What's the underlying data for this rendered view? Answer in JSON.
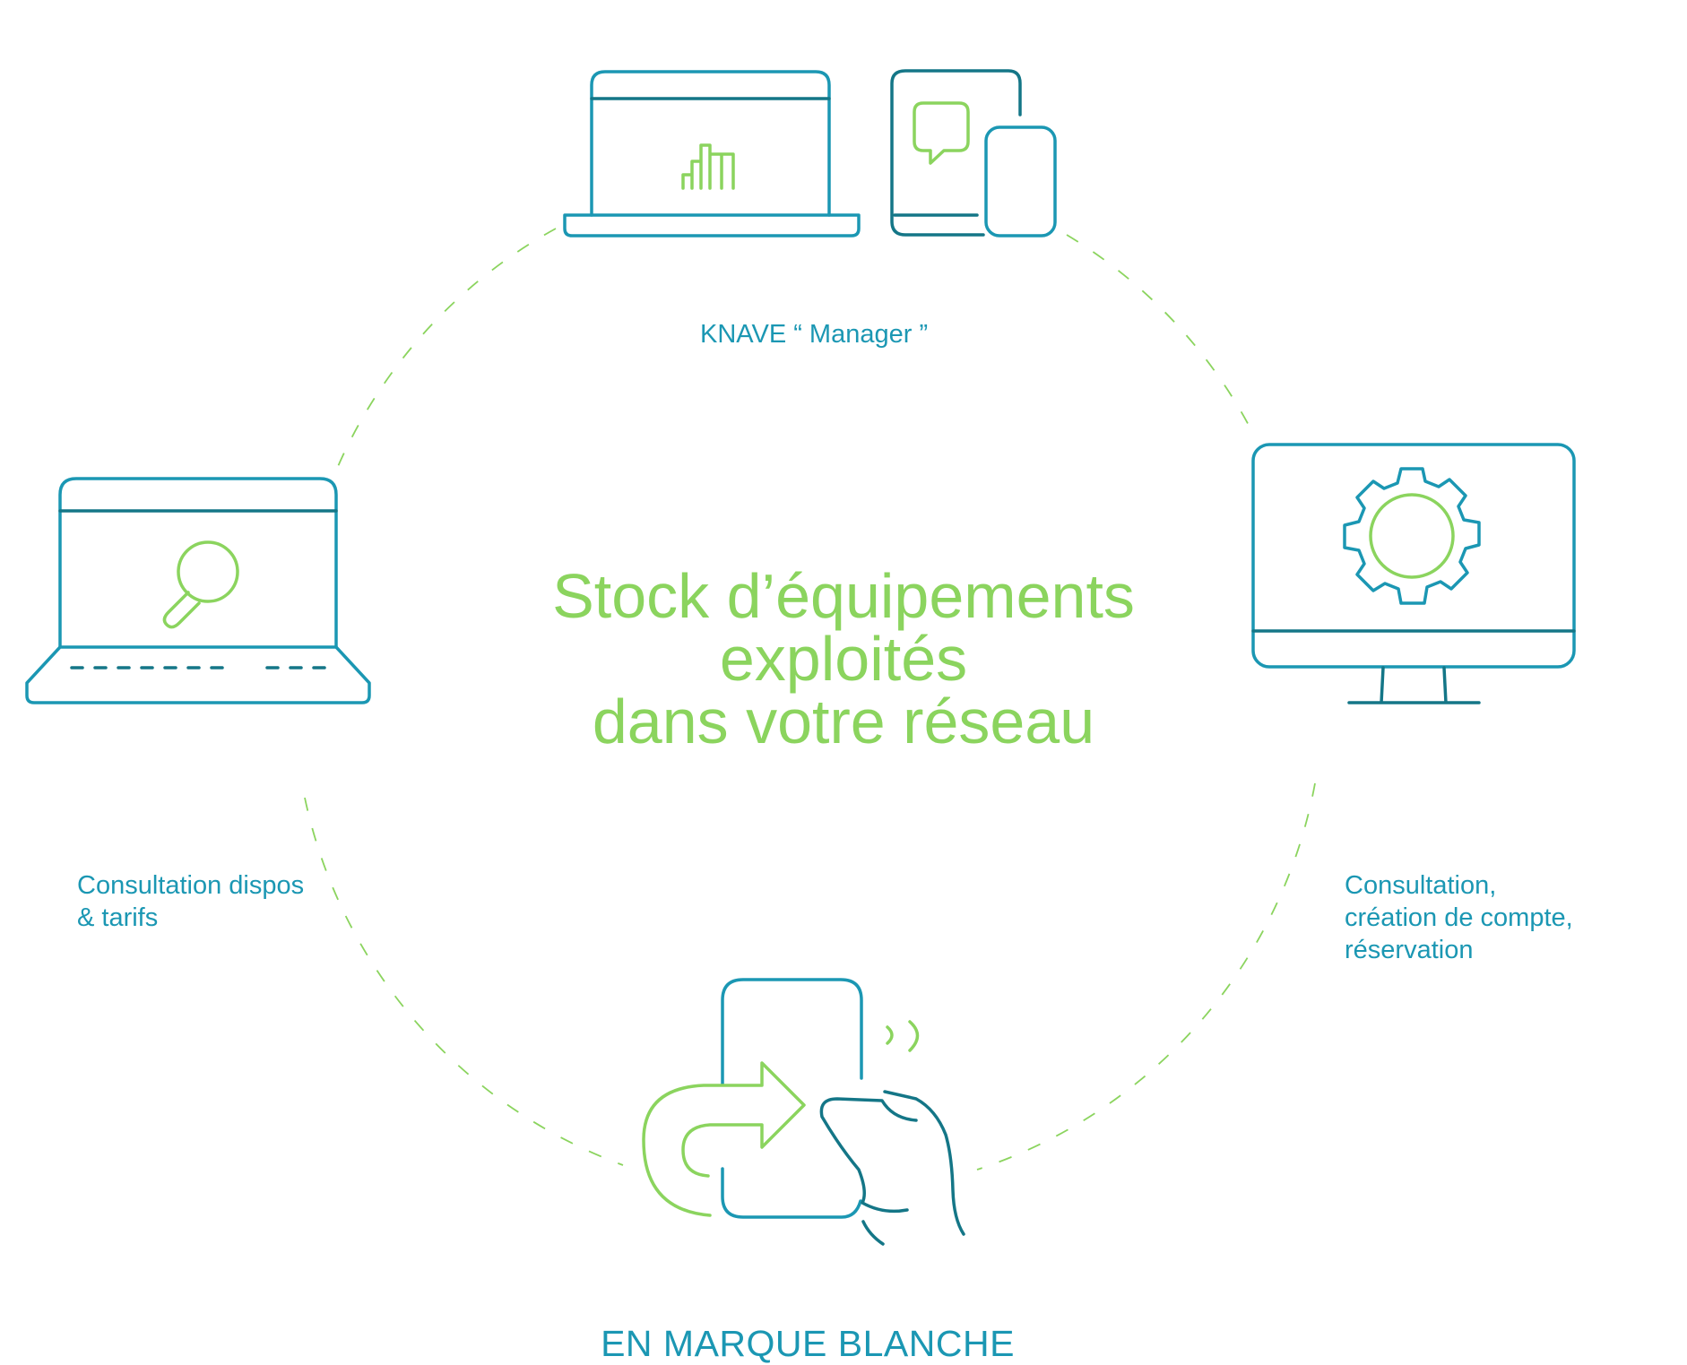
{
  "center": {
    "title": "Stock d’équipements\nexploités\ndans votre réseau"
  },
  "nodes": {
    "top": {
      "label": "KNAVE “ Manager ”",
      "icons": [
        "laptop-with-bar-chart-icon",
        "tablet-with-chat-bubble-icon",
        "smartphone-icon"
      ]
    },
    "left": {
      "label": "Consultation dispos\n& tarifs",
      "icons": [
        "laptop-with-magnifier-icon"
      ]
    },
    "right": {
      "label": "Consultation,\ncréation de compte,\nréservation",
      "icons": [
        "monitor-with-gear-icon"
      ]
    },
    "bottom": {
      "label": "EN MARQUE BLANCHE",
      "icons": [
        "hand-holding-phone-with-share-arrow-icon"
      ]
    }
  },
  "colors": {
    "teal": "#1b97b3",
    "dark_teal": "#147687",
    "green": "#8bd45e",
    "background": "#ffffff"
  }
}
